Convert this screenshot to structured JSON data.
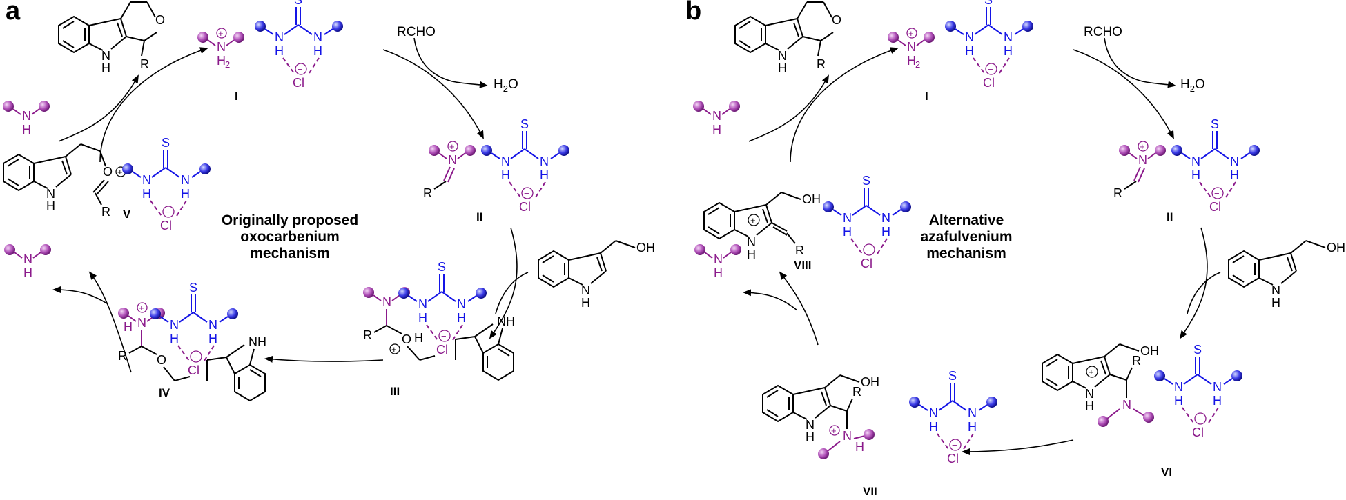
{
  "panels": [
    {
      "letter": "a",
      "title_line1": "Originally proposed",
      "title_line2": "oxocarbenium",
      "title_line3": "mechanism",
      "labels": {
        "I": "I",
        "II": "II",
        "III": "III",
        "IV": "IV",
        "V": "V"
      }
    },
    {
      "letter": "b",
      "title_line1": "Alternative",
      "title_line2": "azafulvenium",
      "title_line3": "mechanism",
      "labels": {
        "I": "I",
        "II": "II",
        "VI": "VI",
        "VII": "VII",
        "VIII": "VIII"
      }
    }
  ],
  "reagents": {
    "aldehyde": "RCHO",
    "water": "H",
    "water_sub": "2",
    "water_o": "O"
  },
  "atoms": {
    "N": "N",
    "H": "H",
    "O": "O",
    "S": "S",
    "Cl": "Cl",
    "R": "R",
    "OH": "OH",
    "H2": "H",
    "two": "2",
    "plus": "+",
    "minus": "−"
  },
  "colors": {
    "amine": "#8b1a8b",
    "thiourea": "#1414e6",
    "ball_purple": "#b050b8",
    "ball_blue": "#3a3ae6"
  }
}
